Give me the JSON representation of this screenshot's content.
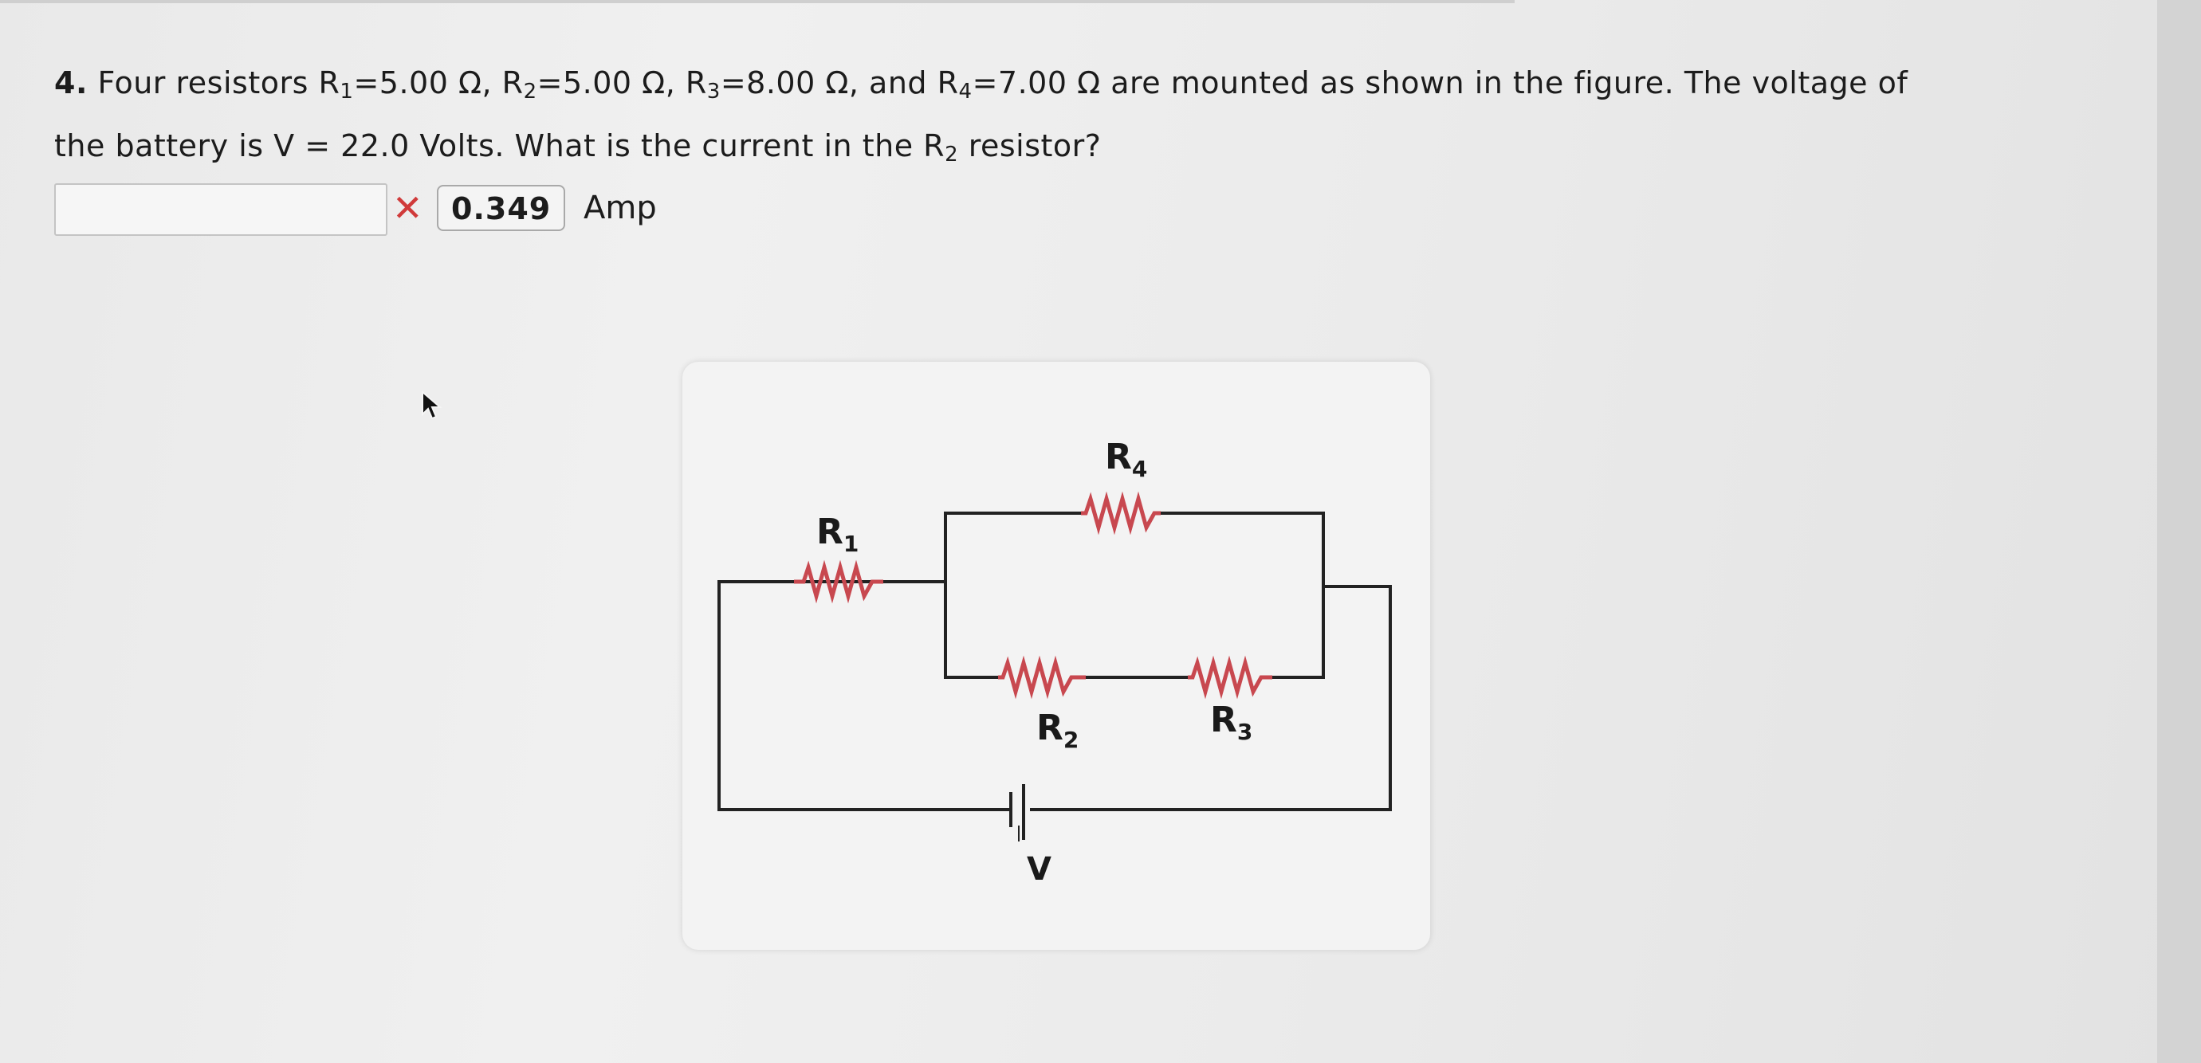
{
  "question": {
    "number": "4.",
    "part1": " Four resistors R",
    "r1_sub": "1",
    "r1_val": "=5.00 Ω, R",
    "r2_sub": "2",
    "r2_val": "=5.00 Ω, R",
    "r3_sub": "3",
    "r3_val": "=8.00 Ω, and R",
    "r4_sub": "4",
    "r4_val": "=7.00 Ω are mounted as shown in the figure. The voltage of",
    "line2_pre": "the battery is V = 22.0 Volts. What is the current in the R",
    "line2_sub": "2",
    "line2_post": " resistor?"
  },
  "answer": {
    "input_value": "",
    "status_mark": "✕",
    "submitted_value": "0.349",
    "unit": "Amp"
  },
  "figure": {
    "r1_letter": "R",
    "r1_sub": "1",
    "r2_letter": "R",
    "r2_sub": "2",
    "r3_letter": "R",
    "r3_sub": "3",
    "r4_letter": "R",
    "r4_sub": "4",
    "battery_label": "V"
  },
  "colors": {
    "resistor": "#c8484f",
    "wire": "#222222",
    "wrong_mark": "#d03a3a"
  }
}
